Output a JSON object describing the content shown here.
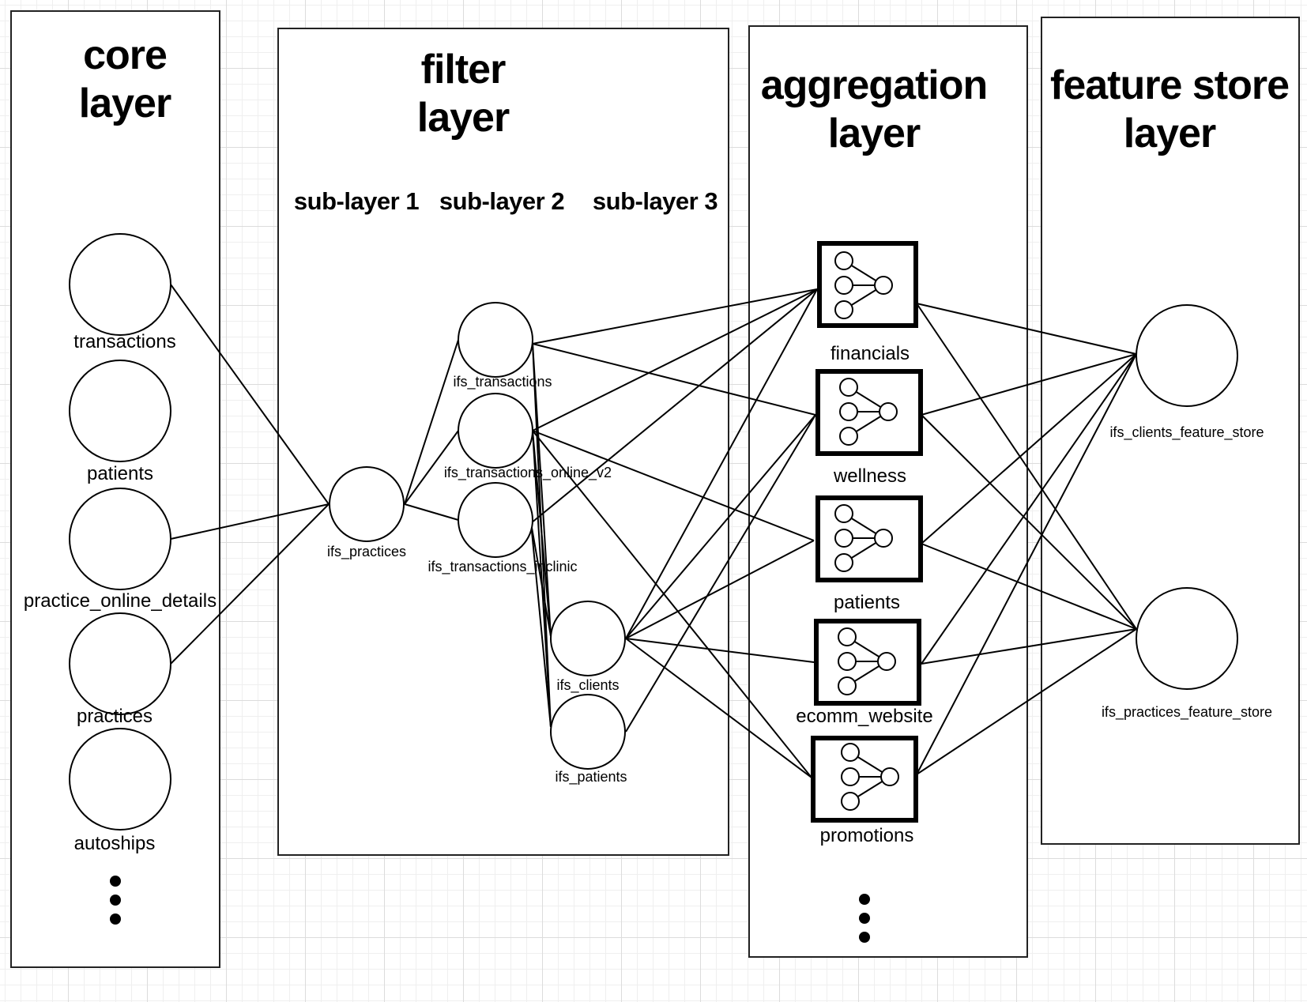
{
  "layers": {
    "core": {
      "title_line1": "core",
      "title_line2": "layer"
    },
    "filter": {
      "title_line1": "filter",
      "title_line2": "layer",
      "sublayers": [
        "sub-layer 1",
        "sub-layer 2",
        "sub-layer 3"
      ]
    },
    "aggregation": {
      "title_line1": "aggregation",
      "title_line2": "layer"
    },
    "feature_store": {
      "title_line1": "feature store",
      "title_line2": "layer"
    }
  },
  "core_nodes": [
    {
      "id": "transactions",
      "label": "transactions"
    },
    {
      "id": "patients",
      "label": "patients"
    },
    {
      "id": "practice_online_details",
      "label": "practice_online_details"
    },
    {
      "id": "practices",
      "label": "practices"
    },
    {
      "id": "autoships",
      "label": "autoships"
    }
  ],
  "filter_nodes": [
    {
      "id": "ifs_practices",
      "label": "ifs_practices"
    },
    {
      "id": "ifs_transactions",
      "label": "ifs_transactions"
    },
    {
      "id": "ifs_transactions_online_v2",
      "label": "ifs_transactions_online_v2"
    },
    {
      "id": "ifs_transactions_inclinic",
      "label": "ifs_transactions_inclinic"
    },
    {
      "id": "ifs_clients",
      "label": "ifs_clients"
    },
    {
      "id": "ifs_patients",
      "label": "ifs_patients"
    }
  ],
  "aggregation_nodes": [
    {
      "id": "financials",
      "label": "financials"
    },
    {
      "id": "wellness",
      "label": "wellness"
    },
    {
      "id": "agg_patients",
      "label": "patients"
    },
    {
      "id": "ecomm_website",
      "label": "ecomm_website"
    },
    {
      "id": "promotions",
      "label": "promotions"
    }
  ],
  "feature_store_nodes": [
    {
      "id": "ifs_clients_feature_store",
      "label": "ifs_clients_feature_store"
    },
    {
      "id": "ifs_practices_feature_store",
      "label": "ifs_practices_feature_store"
    }
  ],
  "edges": [
    [
      "transactions",
      "ifs_practices"
    ],
    [
      "practice_online_details",
      "ifs_practices"
    ],
    [
      "practices",
      "ifs_practices"
    ],
    [
      "ifs_practices",
      "ifs_transactions"
    ],
    [
      "ifs_practices",
      "ifs_transactions_online_v2"
    ],
    [
      "ifs_practices",
      "ifs_transactions_inclinic"
    ],
    [
      "ifs_transactions",
      "ifs_clients"
    ],
    [
      "ifs_transactions",
      "ifs_patients"
    ],
    [
      "ifs_transactions_online_v2",
      "ifs_clients"
    ],
    [
      "ifs_transactions_online_v2",
      "ifs_patients"
    ],
    [
      "ifs_transactions_inclinic",
      "ifs_clients"
    ],
    [
      "ifs_transactions_inclinic",
      "ifs_patients"
    ],
    [
      "ifs_transactions",
      "financials"
    ],
    [
      "ifs_transactions",
      "wellness"
    ],
    [
      "ifs_transactions_online_v2",
      "financials"
    ],
    [
      "ifs_transactions_online_v2",
      "agg_patients"
    ],
    [
      "ifs_transactions_online_v2",
      "promotions"
    ],
    [
      "ifs_transactions_inclinic",
      "financials"
    ],
    [
      "ifs_clients",
      "financials"
    ],
    [
      "ifs_clients",
      "wellness"
    ],
    [
      "ifs_clients",
      "agg_patients"
    ],
    [
      "ifs_clients",
      "ecomm_website"
    ],
    [
      "ifs_clients",
      "promotions"
    ],
    [
      "ifs_patients",
      "wellness"
    ],
    [
      "financials",
      "ifs_clients_feature_store"
    ],
    [
      "financials",
      "ifs_practices_feature_store"
    ],
    [
      "wellness",
      "ifs_clients_feature_store"
    ],
    [
      "wellness",
      "ifs_practices_feature_store"
    ],
    [
      "agg_patients",
      "ifs_clients_feature_store"
    ],
    [
      "agg_patients",
      "ifs_practices_feature_store"
    ],
    [
      "ecomm_website",
      "ifs_clients_feature_store"
    ],
    [
      "ecomm_website",
      "ifs_practices_feature_store"
    ],
    [
      "promotions",
      "ifs_clients_feature_store"
    ],
    [
      "promotions",
      "ifs_practices_feature_store"
    ]
  ],
  "icons": {
    "aggregation_node": "neural-network-icon",
    "more": "ellipsis-vertical-icon"
  }
}
